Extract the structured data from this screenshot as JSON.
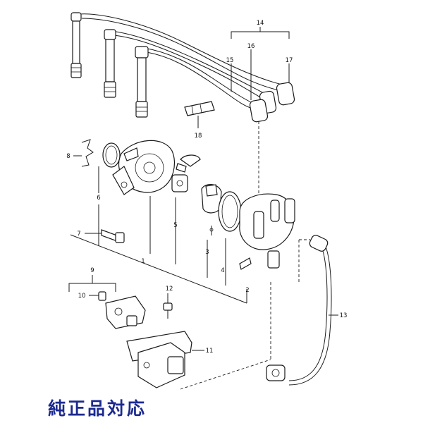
{
  "callouts": {
    "c1": "1",
    "c2": "2",
    "c3": "3",
    "c4": "4",
    "c5": "5",
    "c6": "6",
    "c7": "7",
    "c8": "8",
    "c9": "9",
    "c10": "10",
    "c11": "11",
    "c12": "12",
    "c13": "13",
    "c14": "14",
    "c15": "15",
    "c16": "16",
    "c17": "17",
    "c18": "18"
  },
  "caption": "純正品対応",
  "colors": {
    "caption": "#1c2a8f",
    "line": "#1a1a1a"
  }
}
